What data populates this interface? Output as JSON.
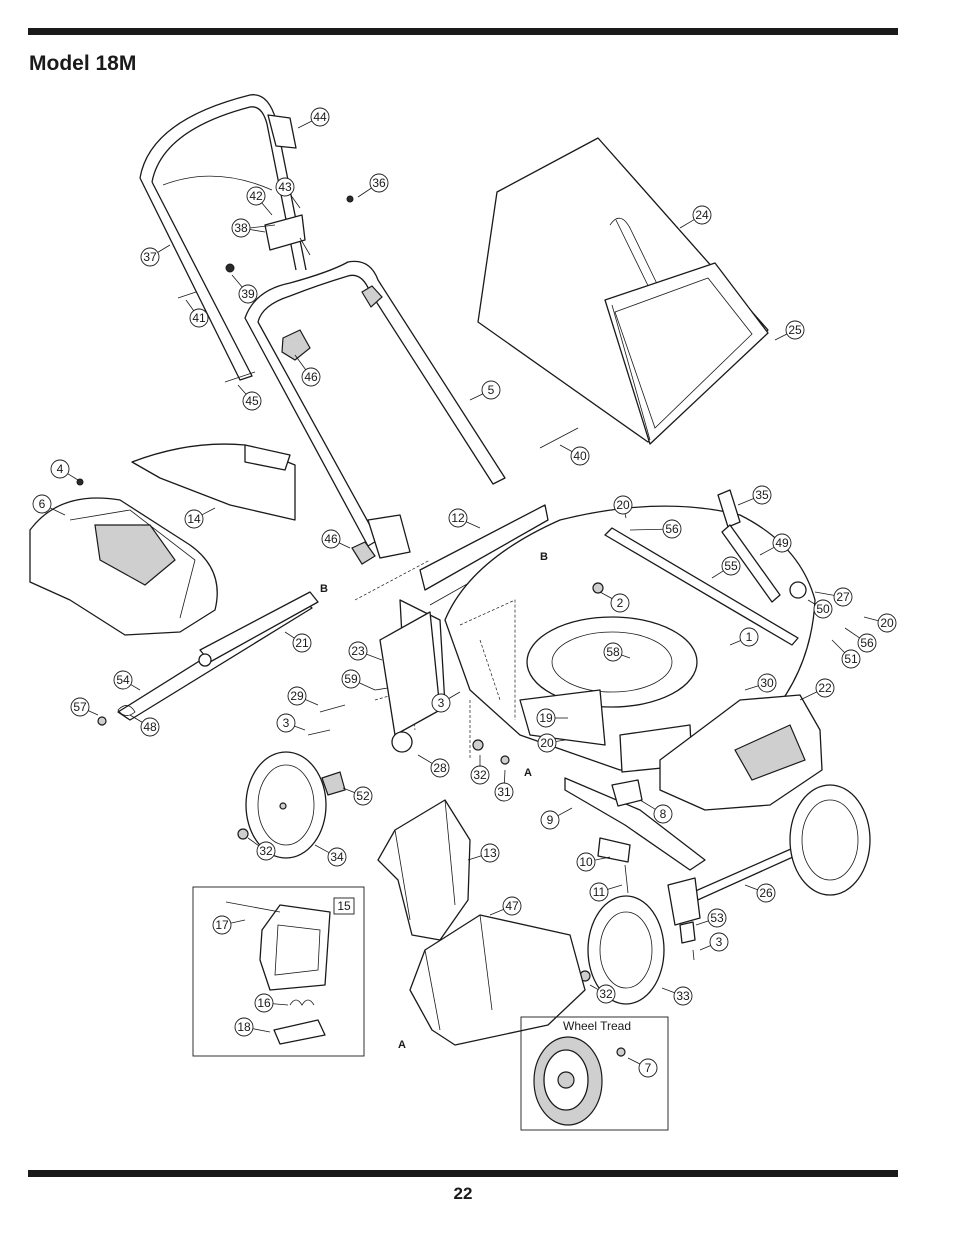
{
  "header": {
    "title": "Model 18M"
  },
  "footer": {
    "page_number": "22"
  },
  "callouts": [
    {
      "label": "44"
    },
    {
      "label": "36"
    },
    {
      "label": "43"
    },
    {
      "label": "42"
    },
    {
      "label": "38"
    },
    {
      "label": "37"
    },
    {
      "label": "39"
    },
    {
      "label": "41"
    },
    {
      "label": "46"
    },
    {
      "label": "45"
    },
    {
      "label": "5"
    },
    {
      "label": "24"
    },
    {
      "label": "25"
    },
    {
      "label": "40"
    },
    {
      "label": "4"
    },
    {
      "label": "6"
    },
    {
      "label": "14"
    },
    {
      "label": "12"
    },
    {
      "label": "20"
    },
    {
      "label": "56"
    },
    {
      "label": "35"
    },
    {
      "label": "49"
    },
    {
      "label": "46"
    },
    {
      "label": "55"
    },
    {
      "label": "2"
    },
    {
      "label": "27"
    },
    {
      "label": "50"
    },
    {
      "label": "20"
    },
    {
      "label": "56"
    },
    {
      "label": "1"
    },
    {
      "label": "51"
    },
    {
      "label": "21"
    },
    {
      "label": "23"
    },
    {
      "label": "58"
    },
    {
      "label": "54"
    },
    {
      "label": "59"
    },
    {
      "label": "30"
    },
    {
      "label": "22"
    },
    {
      "label": "29"
    },
    {
      "label": "57"
    },
    {
      "label": "48"
    },
    {
      "label": "3"
    },
    {
      "label": "3"
    },
    {
      "label": "19"
    },
    {
      "label": "20"
    },
    {
      "label": "28"
    },
    {
      "label": "32"
    },
    {
      "label": "31"
    },
    {
      "label": "52"
    },
    {
      "label": "8"
    },
    {
      "label": "9"
    },
    {
      "label": "32"
    },
    {
      "label": "34"
    },
    {
      "label": "13"
    },
    {
      "label": "10"
    },
    {
      "label": "11"
    },
    {
      "label": "26"
    },
    {
      "label": "15"
    },
    {
      "label": "47"
    },
    {
      "label": "17"
    },
    {
      "label": "53"
    },
    {
      "label": "3"
    },
    {
      "label": "32"
    },
    {
      "label": "33"
    },
    {
      "label": "16"
    },
    {
      "label": "18"
    },
    {
      "label": "7"
    }
  ],
  "reference_letters": {
    "a1": "A",
    "a2": "A",
    "b1": "B",
    "b2": "B"
  },
  "insets": {
    "wheel_tread": {
      "title": "Wheel Tread"
    }
  }
}
